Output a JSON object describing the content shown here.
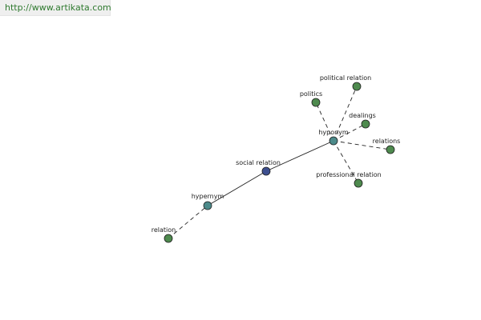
{
  "watermark": {
    "url": "http://www.artikata.com"
  },
  "diagram": {
    "colors": {
      "center": "#3d4f8f",
      "hub": "#4c8a8a",
      "leaf": "#4e8a4e",
      "edge": "#222222"
    },
    "nodes": [
      {
        "id": "relation",
        "label": "relation",
        "kind": "leaf"
      },
      {
        "id": "hypernym",
        "label": "hypernym",
        "kind": "hub"
      },
      {
        "id": "social-relation",
        "label": "social relation",
        "kind": "center"
      },
      {
        "id": "hyponym",
        "label": "hyponym",
        "kind": "hub"
      },
      {
        "id": "political-relation",
        "label": "political relation",
        "kind": "leaf"
      },
      {
        "id": "politics",
        "label": "politics",
        "kind": "leaf"
      },
      {
        "id": "dealings",
        "label": "dealings",
        "kind": "leaf"
      },
      {
        "id": "relations",
        "label": "relations",
        "kind": "leaf"
      },
      {
        "id": "professional-relation",
        "label": "professional relation",
        "kind": "leaf"
      }
    ],
    "edges": [
      {
        "from": "relation",
        "to": "hypernym",
        "style": "dashed"
      },
      {
        "from": "hypernym",
        "to": "social-relation",
        "style": "solid"
      },
      {
        "from": "social-relation",
        "to": "hyponym",
        "style": "solid"
      },
      {
        "from": "hyponym",
        "to": "political-relation",
        "style": "dashed"
      },
      {
        "from": "hyponym",
        "to": "politics",
        "style": "dashed"
      },
      {
        "from": "hyponym",
        "to": "dealings",
        "style": "dashed"
      },
      {
        "from": "hyponym",
        "to": "relations",
        "style": "dashed"
      },
      {
        "from": "hyponym",
        "to": "professional-relation",
        "style": "dashed"
      }
    ]
  }
}
